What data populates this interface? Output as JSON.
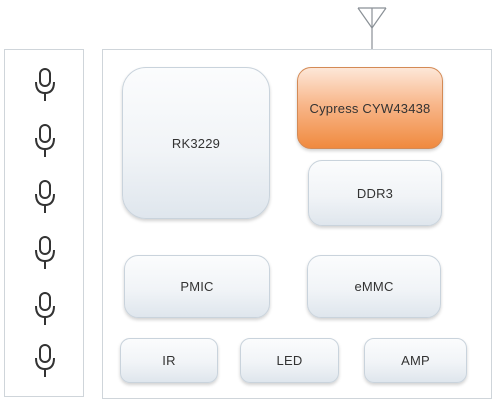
{
  "diagram": {
    "microphones": [
      {
        "icon": "microphone-icon"
      },
      {
        "icon": "microphone-icon"
      },
      {
        "icon": "microphone-icon"
      },
      {
        "icon": "microphone-icon"
      },
      {
        "icon": "microphone-icon"
      },
      {
        "icon": "microphone-icon"
      }
    ],
    "antenna_icon": "antenna-icon",
    "blocks": {
      "soc": "RK3229",
      "wifi": "Cypress CYW43438",
      "ram": "DDR3",
      "pmic": "PMIC",
      "storage": "eMMC",
      "ir": "IR",
      "led": "LED",
      "amp": "AMP"
    },
    "colors": {
      "highlight": "#f08a3f",
      "block": "#eef2f6",
      "border": "#cfd5da"
    }
  }
}
